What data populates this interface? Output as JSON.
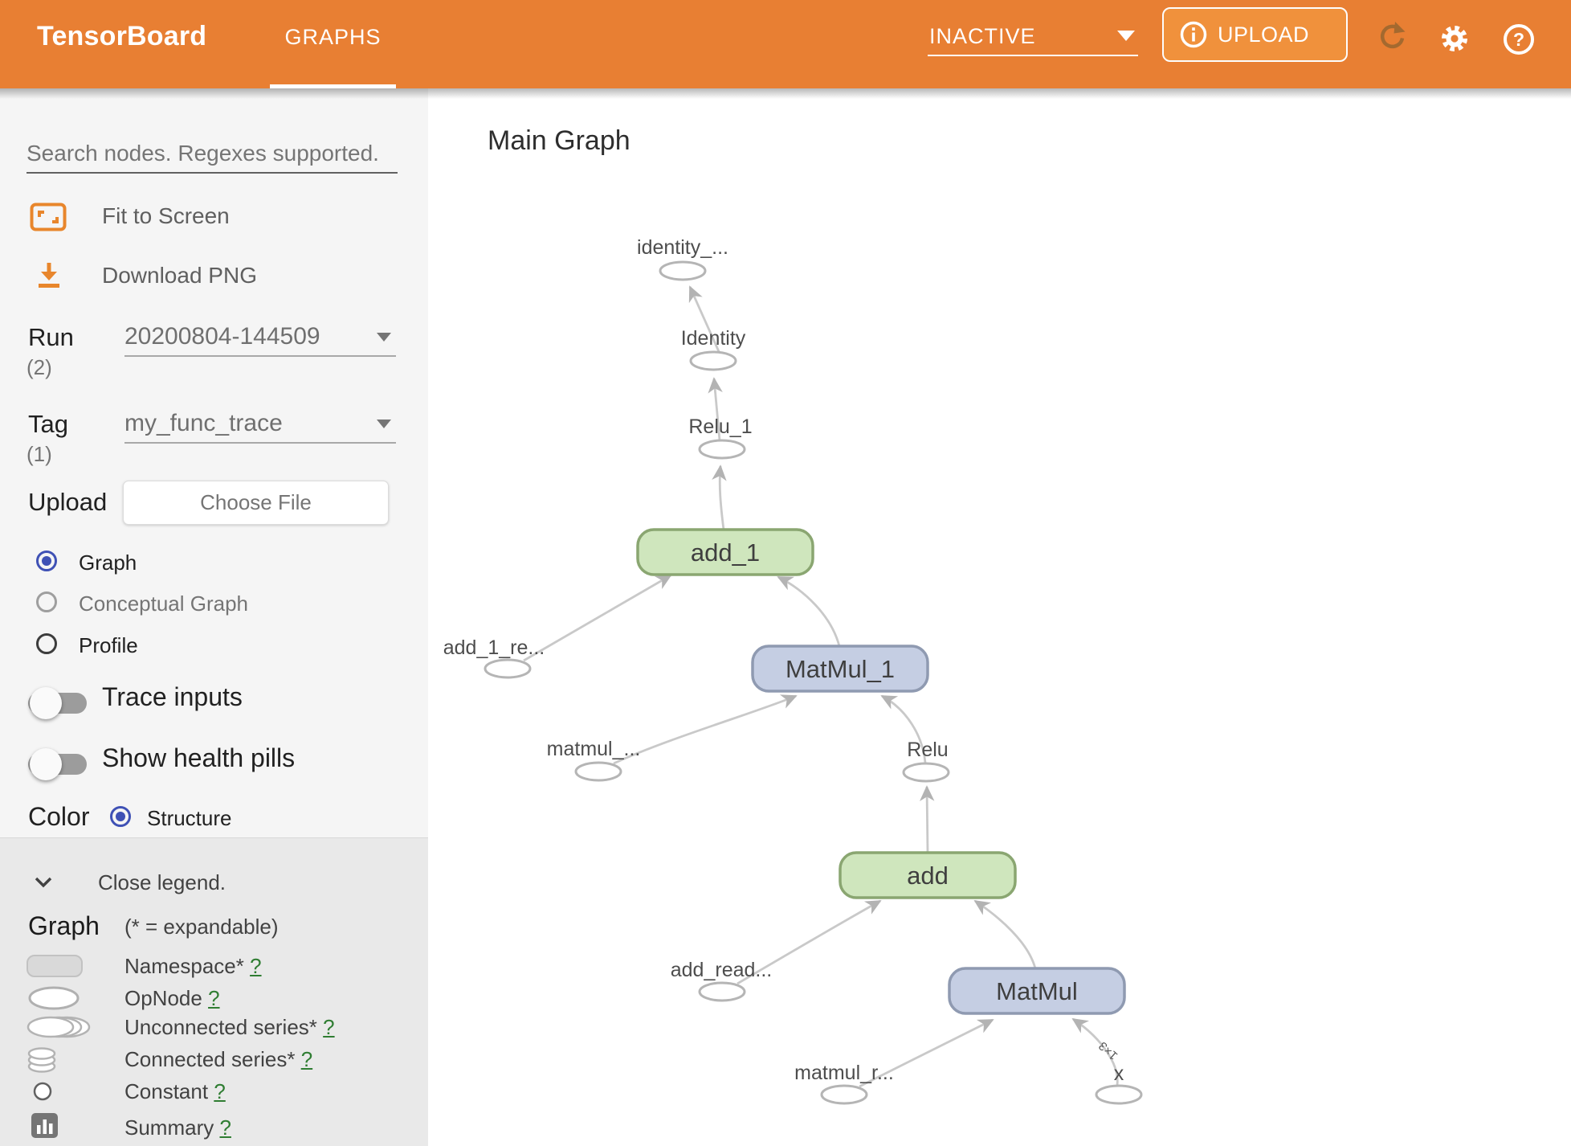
{
  "header": {
    "logo": "TensorBoard",
    "active_tab": "GRAPHS",
    "status_dropdown": {
      "value": "INACTIVE"
    },
    "upload_button": {
      "label": "UPLOAD"
    },
    "colors": {
      "header_bg": "#e87f33",
      "upload_button_bg": "#f0913c"
    }
  },
  "sidebar": {
    "search": {
      "placeholder": "Search nodes. Regexes supported."
    },
    "fit_to_screen": "Fit to Screen",
    "download_png": "Download PNG",
    "run": {
      "label": "Run",
      "count": "(2)",
      "value": "20200804-144509"
    },
    "tag": {
      "label": "Tag",
      "count": "(1)",
      "value": "my_func_trace"
    },
    "upload": {
      "label": "Upload",
      "button_label": "Choose File"
    },
    "graph_type_options": [
      {
        "label": "Graph",
        "selected": true
      },
      {
        "label": "Conceptual Graph",
        "selected": false
      },
      {
        "label": "Profile",
        "selected": false
      }
    ],
    "toggles": [
      {
        "label": "Trace inputs",
        "on": false
      },
      {
        "label": "Show health pills",
        "on": false
      }
    ],
    "color_by": {
      "label": "Color",
      "option": "Structure",
      "selected": true
    },
    "legend": {
      "close_label": "Close legend.",
      "heading": "Graph",
      "note": "(* = expandable)",
      "items": [
        {
          "label": "Namespace*",
          "help": "?"
        },
        {
          "label": "OpNode",
          "help": "?"
        },
        {
          "label": "Unconnected series*",
          "help": "?"
        },
        {
          "label": "Connected series*",
          "help": "?"
        },
        {
          "label": "Constant",
          "help": "?"
        },
        {
          "label": "Summary",
          "help": "?"
        }
      ]
    },
    "colors": {
      "radio_selected": "#3f51b5",
      "help_link": "#2f7d32"
    }
  },
  "main": {
    "title": "Main Graph",
    "graph": {
      "op_nodes": [
        {
          "label": "add_1",
          "color": "green"
        },
        {
          "label": "MatMul_1",
          "color": "blue"
        },
        {
          "label": "add",
          "color": "green"
        },
        {
          "label": "MatMul",
          "color": "blue"
        }
      ],
      "ellipse_nodes": [
        {
          "label": "identity_..."
        },
        {
          "label": "Identity"
        },
        {
          "label": "Relu_1"
        },
        {
          "label": "add_1_re..."
        },
        {
          "label": "matmul_..."
        },
        {
          "label": "Relu"
        },
        {
          "label": "add_read..."
        },
        {
          "label": "matmul_r..."
        },
        {
          "label": "x"
        }
      ],
      "edge_label": "1×3",
      "node_colors": {
        "green_fill": "#cfe6bd",
        "green_border": "#8aa671",
        "blue_fill": "#c5cee3",
        "blue_border": "#8f9ab1"
      }
    }
  }
}
